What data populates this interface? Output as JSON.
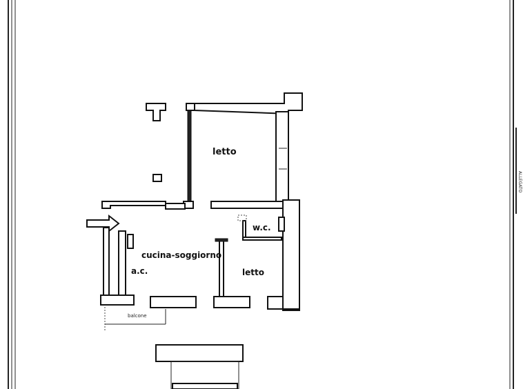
{
  "rooms": {
    "bedroom_top": "letto",
    "wc": "w.c.",
    "kitchen_living": "cucina-soggiorno",
    "bedroom_bottom": "letto",
    "ac": "a.c.",
    "balcony": "balcone"
  },
  "side_note": "ALLEGATO"
}
